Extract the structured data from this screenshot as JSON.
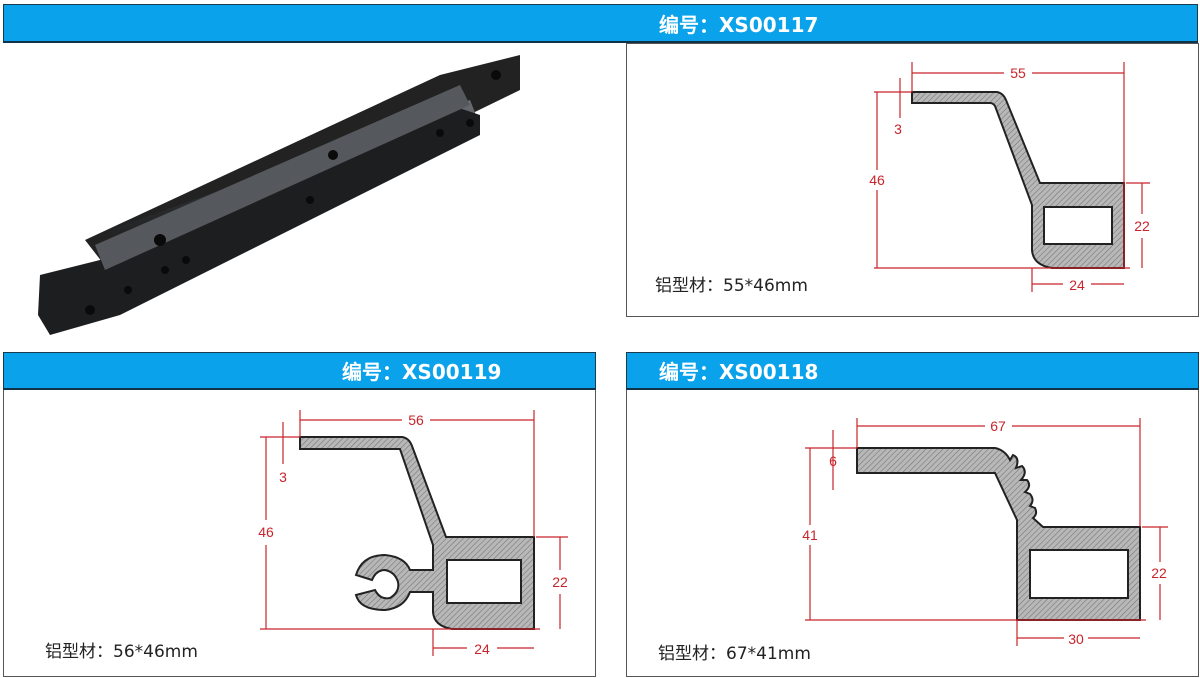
{
  "top": {
    "title": "编号：XS00117",
    "caption": "铝型材：55*46mm",
    "dims": {
      "width": "55",
      "height": "46",
      "thickness": "3",
      "box_height": "22",
      "box_width": "24"
    }
  },
  "bottom_left": {
    "title": "编号：XS00119",
    "caption": "铝型材：56*46mm",
    "dims": {
      "width": "56",
      "height": "46",
      "thickness": "3",
      "box_height": "22",
      "box_width": "24"
    }
  },
  "bottom_right": {
    "title": "编号：XS00118",
    "caption": "铝型材：67*41mm",
    "dims": {
      "width": "67",
      "height": "41",
      "thickness": "6",
      "box_height": "22",
      "box_width": "30"
    }
  },
  "colors": {
    "header": "#0aa2ea",
    "dimension": "#c8242b"
  }
}
